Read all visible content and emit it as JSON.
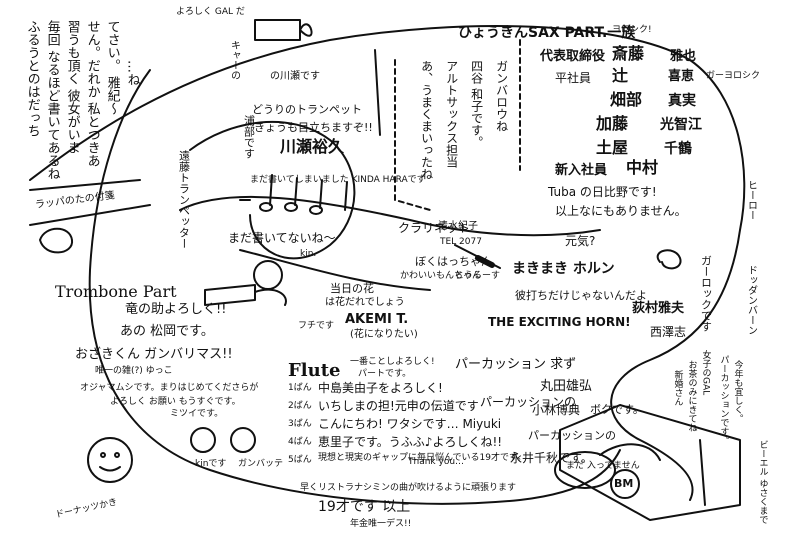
{
  "sax": {
    "title": "ひょうきんSAX PART.一族",
    "title_note": "ヨロシク!",
    "roles": [
      "代表取締役",
      "平社員",
      "新入社員"
    ],
    "members": [
      "斎藤",
      "辻",
      "畑部",
      "加藤",
      "土屋",
      "中村"
    ],
    "names": [
      "雅也",
      "喜恵",
      "真実",
      "光智江",
      "千鶴"
    ],
    "side_note": "ガーヨロシク"
  },
  "tuba": {
    "line1": "Tuba の日比野です!",
    "line2": "以上なにもありません。"
  },
  "horn": {
    "label": "まきまき ホルン",
    "note": "彼打ちだけじゃないんだよ",
    "name": "荻村雅夫",
    "title": "THE EXCITING HORN!",
    "signature": "西澤志",
    "genki": "元気?"
  },
  "trumpet": {
    "caption": "どうりのトランペット",
    "note": "きょうも目立ちますぞ!!",
    "name": "川瀬裕久",
    "vertical1": "遠藤トランペッター",
    "vertical2": "浦部です"
  },
  "clarinet": {
    "mid_text": "まだ書いてないね〜",
    "mid_name": "kin.",
    "arrow_note": "まだ書いてしまいました KINDA HARAです",
    "label": "クラリネット",
    "member": "清水紀子",
    "tel": "TEL 2077",
    "bocchan": "ぼくはっちゃん",
    "bocchan2": "かわいいもんちゃん",
    "touru": "とうるーす"
  },
  "trombone": {
    "title": "Trombone Part",
    "line1": "竜の助よろしく!!",
    "line2": "あの 松岡です。",
    "line3": "おざきくん ガンバリマス!!",
    "line4": "唯一の雑(?) ゆっこ",
    "line5": "オジャマムシです。まりはじめてくださらが",
    "line6": "よろしく お願い もうすぐです。",
    "line7": "ミツイです。"
  },
  "akemi": {
    "line1": "当日の花",
    "line2": "は花だれでしょう",
    "name": "AKEMI T.",
    "line3": "(花になりたい)",
    "fuchi": "フチです"
  },
  "flute": {
    "title": "Flute",
    "header": "一番ことしよろしく!",
    "header2": "パートです。",
    "entries": [
      {
        "no": "1ばん",
        "text": "中島美由子をよろしく!"
      },
      {
        "no": "2ばん",
        "text": "いちしまの担!元申の伝道です"
      },
      {
        "no": "3ばん",
        "text": "こんにちわ! ワタシです… Miyuki"
      },
      {
        "no": "4ばん",
        "text": "恵里子です。うふふ♪よろしくね!!"
      },
      {
        "no": "5ばん",
        "text": "現想と現実のギャップに毎日悩んでいる19才です。"
      }
    ],
    "sub": "Thank you…",
    "line6": "早くリストラナシミンの曲が吹けるように頑張ります",
    "line7": "19才です 以上",
    "line8": "年金唯一デス!!"
  },
  "percussion": {
    "line1": "パーカッション 求ず",
    "line2": "丸田雄弘",
    "line3": "パーカッションの",
    "line4": "小林博典",
    "line5": "ボクです。",
    "line6": "パーカッションの",
    "line7": "永井千秋です。",
    "bubble": "まだ 入ってません",
    "bm": "BM"
  },
  "tl_vertical": {
    "col1": "ふるうとのはだっち",
    "col2": "毎回 なるほど書いてあるね",
    "col3": "習うも頂く 彼女がいま",
    "col4": "せん。だれか 私とつきあ",
    "col5": "てさい。 雅紀〜",
    "col6": "…ね",
    "tilted": "ラッパのたの付箋"
  },
  "misc": {
    "top_banner": "よろしく GAL だ",
    "kanji_tsu": "ず",
    "kana_ri": "キャーの",
    "sax_note": "の川瀬です",
    "right_v1": "ガーロックです",
    "right_v2": "ドッダンバーン",
    "right_v3": "ヒーロー",
    "br_v1": "ビーエル ゆさくまで",
    "br_v2": "お茶のみにきてね",
    "br_v3": "新婚さん",
    "br_v4": "女子のGAL",
    "br_v5": "パーカッションです。",
    "br_v6": "今年も宜しく。",
    "bl_sig": "ドーナッツかき",
    "kin_note": "kinです",
    "ganbatte": "ガンバッテ",
    "mid_vertical1": "あ、うまくまいったね",
    "mid_vertical2": "アルトサックス担当",
    "mid_vertical3": "四谷 和子です。",
    "mid_vertical4": "ガンバロウね"
  }
}
